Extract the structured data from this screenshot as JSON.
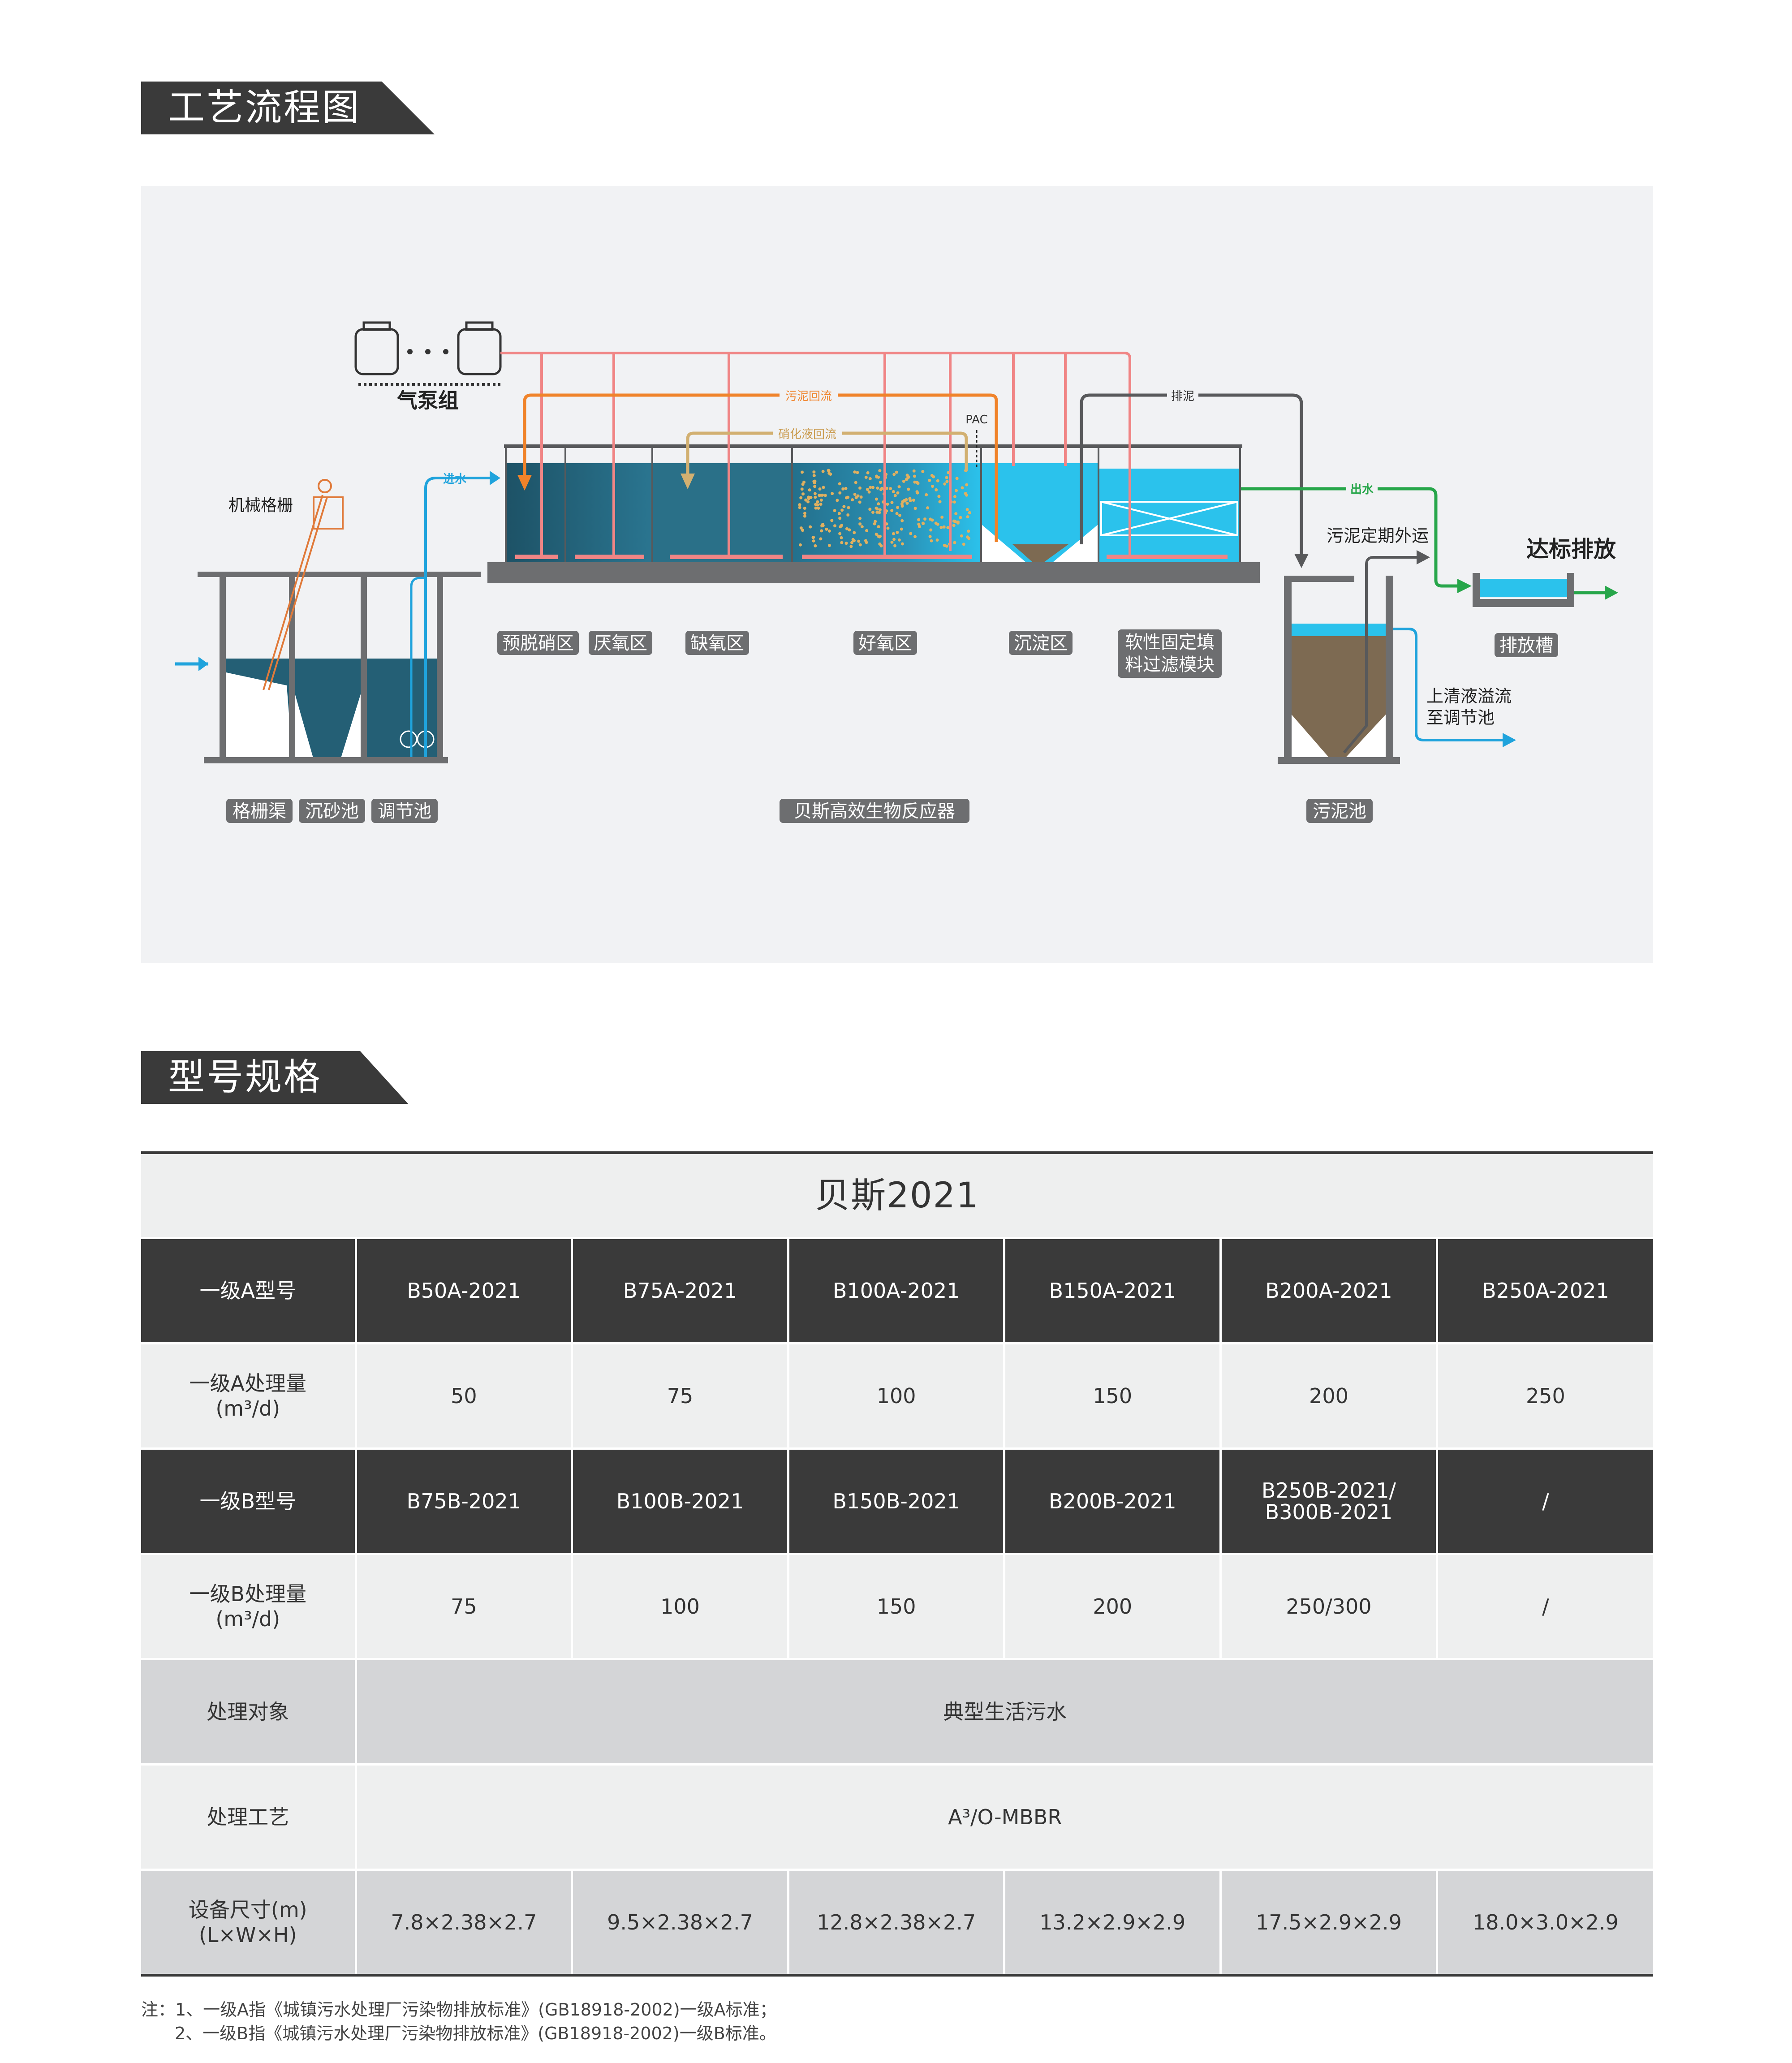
{
  "sections": {
    "process_title": "工艺流程图",
    "spec_title": "型号规格"
  },
  "diagram": {
    "air_pump_group": "气泵组",
    "sludge_return": "污泥回流",
    "nitrate_return": "硝化液回流",
    "pac": "PAC",
    "sludge_discharge": "排泥",
    "inlet": "进水",
    "outlet": "出水",
    "mechanical_screen": "机械格栅",
    "sludge_transport": "污泥定期外运",
    "discharge_standard": "达标排放",
    "supernatant_line1": "上清液溢流",
    "supernatant_line2": "至调节池",
    "zones": {
      "pre_denitrification": "预脱硝区",
      "anaerobic": "厌氧区",
      "anoxic": "缺氧区",
      "aerobic": "好氧区",
      "sedimentation": "沉淀区",
      "filter_line1": "软性固定填",
      "filter_line2": "料过滤模块",
      "screen_channel": "格栅渠",
      "grit_chamber": "沉砂池",
      "equalization_tank": "调节池",
      "reactor": "贝斯高效生物反应器",
      "sludge_tank": "污泥池",
      "discharge_tank": "排放槽"
    },
    "colors": {
      "air": "#f08585",
      "sludge_return": "#f0832a",
      "nitrate": "#d2b071",
      "sludge": "#58595b",
      "outlet": "#27a64a",
      "water": "#29b8e5",
      "badge": "#6d6e70"
    }
  },
  "table": {
    "title": "贝斯2021",
    "rows": [
      {
        "label": "一级A型号",
        "style": "dark",
        "cells": [
          "B50A-2021",
          "B75A-2021",
          "B100A-2021",
          "B150A-2021",
          "B200A-2021",
          "B250A-2021"
        ]
      },
      {
        "label": "一级A处理量",
        "label2": "(m³/d)",
        "style": "light",
        "cells": [
          "50",
          "75",
          "100",
          "150",
          "200",
          "250"
        ]
      },
      {
        "label": "一级B型号",
        "style": "dark",
        "cells": [
          "B75B-2021",
          "B100B-2021",
          "B150B-2021",
          "B200B-2021",
          "B250B-2021/ B300B-2021",
          "/"
        ]
      },
      {
        "label": "一级B处理量",
        "label2": "(m³/d)",
        "style": "light",
        "cells": [
          "75",
          "100",
          "150",
          "200",
          "250/300",
          "/"
        ]
      },
      {
        "label": "处理对象",
        "style": "grey",
        "span": "典型生活污水"
      },
      {
        "label": "处理工艺",
        "style": "light",
        "span": "A³/O-MBBR"
      },
      {
        "label": "设备尺寸(m)",
        "label2": "(L×W×H)",
        "style": "grey",
        "cells": [
          "7.8×2.38×2.7",
          "9.5×2.38×2.7",
          "12.8×2.38×2.7",
          "13.2×2.9×2.9",
          "17.5×2.9×2.9",
          "18.0×3.0×2.9"
        ]
      }
    ]
  },
  "notes": [
    "注：1、一级A指《城镇污水处理厂污染物排放标准》(GB18918-2002)一级A标准；",
    "2、一级B指《城镇污水处理厂污染物排放标准》(GB18918-2002)一级B标准。"
  ]
}
